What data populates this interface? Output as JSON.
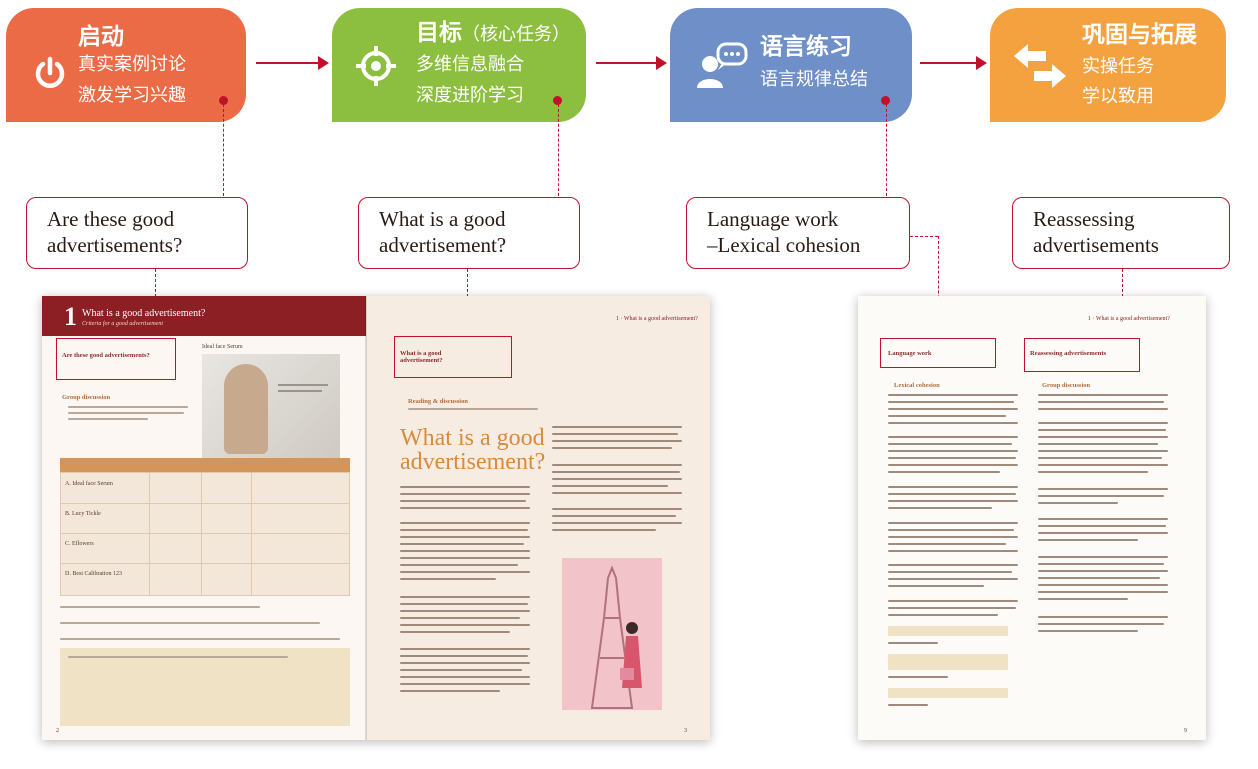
{
  "colors": {
    "step1": "#ea6b45",
    "step2": "#8cbf3f",
    "step3": "#6e8fc8",
    "step4": "#f4a23f",
    "accent": "#c0122b",
    "book_header": "#8b1f24"
  },
  "steps": [
    {
      "icon": "power-icon",
      "title": "启动",
      "title_note": "",
      "lines": [
        "真实案例讨论",
        "激发学习兴趣"
      ]
    },
    {
      "icon": "target-icon",
      "title": "目标",
      "title_note": "（核心任务）",
      "lines": [
        "多维信息融合",
        "深度进阶学习"
      ]
    },
    {
      "icon": "chat-user-icon",
      "title": "语言练习",
      "title_note": "",
      "lines": [
        "语言规律总结"
      ]
    },
    {
      "icon": "swap-arrows-icon",
      "title": "巩固与拓展",
      "title_note": "",
      "lines": [
        "实操任务",
        "学以致用"
      ]
    }
  ],
  "callouts": [
    {
      "lines": [
        "Are these good",
        "advertisements?"
      ]
    },
    {
      "lines": [
        "What is a good",
        "advertisement?"
      ]
    },
    {
      "lines": [
        "Language work",
        "–Lexical cohesion"
      ]
    },
    {
      "lines": [
        "Reassessing",
        "advertisements"
      ]
    }
  ],
  "book": {
    "unit_number": "1",
    "unit_title": "What is a good advertisement?",
    "unit_subtitle": "Criteria for a good advertisement",
    "left_section": "Are these good advertisements?",
    "image_caption": "Ideal face Serum",
    "group_discussion": "Group discussion",
    "table_rows": [
      "A. Ideal face Serum",
      "B. Lucy Tickle",
      "C. Eflowers",
      "D. Best Calibration 123"
    ],
    "right_section": "What is a good advertisement?",
    "reading": "Reading & discussion",
    "big_title_1": "What is a good",
    "big_title_2": "advertisement?",
    "page_header_right": "1 · What is a good advertisement?",
    "page_left_number": "2",
    "page_right_number": "3"
  },
  "book2": {
    "header": "1 · What is a good advertisement?",
    "language_work": "Language work",
    "lexical_cohesion": "Lexical cohesion",
    "reassessing": "Reassessing advertisements",
    "group_discussion": "Group discussion",
    "page_number": "9"
  }
}
